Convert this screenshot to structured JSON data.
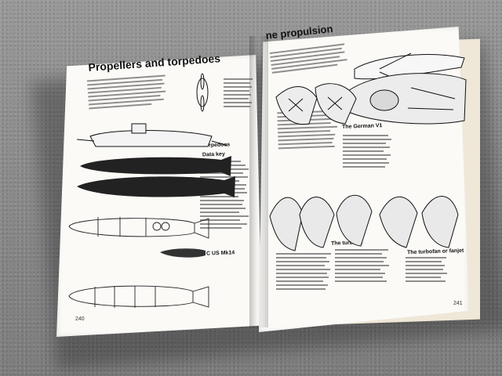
{
  "book": {
    "left_page": {
      "title": "Propellers and torpedoes",
      "page_number": "240",
      "headings": [
        "Torpedoes",
        "Data key",
        "C US Mk14"
      ]
    },
    "right_page": {
      "title": "ne propulsion",
      "page_number": "241",
      "headings": [
        "The German V1",
        "The turbojet",
        "The turbofan or fanjet"
      ]
    }
  }
}
